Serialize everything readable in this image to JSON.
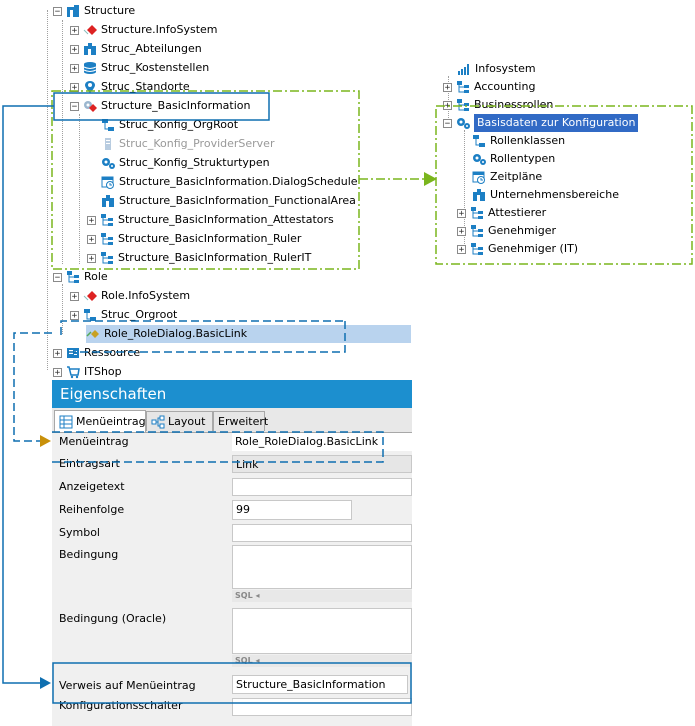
{
  "left_tree": {
    "items": [
      {
        "label": "Structure",
        "kind": "root"
      },
      {
        "label": "Structure.InfoSystem"
      },
      {
        "label": "Struc_Abteilungen"
      },
      {
        "label": "Struc_Kostenstellen"
      },
      {
        "label": "Struc_Standorte"
      },
      {
        "label": "Structure_BasicInformation"
      },
      {
        "label": "Struc_Konfig_OrgRoot"
      },
      {
        "label": "Struc_Konfig_ProviderServer"
      },
      {
        "label": "Struc_Konfig_Strukturtypen"
      },
      {
        "label": "Structure_BasicInformation.DialogSchedule"
      },
      {
        "label": "Structure_BasicInformation_FunctionalArea"
      },
      {
        "label": "Structure_BasicInformation_Attestators"
      },
      {
        "label": "Structure_BasicInformation_Ruler"
      },
      {
        "label": "Structure_BasicInformation_RulerIT"
      },
      {
        "label": "Role"
      },
      {
        "label": "Role.InfoSystem"
      },
      {
        "label": "Struc_Orgroot"
      },
      {
        "label": "Role_RoleDialog.BasicLink"
      },
      {
        "label": "Ressource"
      },
      {
        "label": "ITShop"
      }
    ]
  },
  "right_tree": {
    "items": [
      {
        "label": "Infosystem"
      },
      {
        "label": "Accounting"
      },
      {
        "label": "Businessrollen"
      },
      {
        "label": "Basisdaten zur Konfiguration"
      },
      {
        "label": "Rollenklassen"
      },
      {
        "label": "Rollentypen"
      },
      {
        "label": "Zeitpläne"
      },
      {
        "label": "Unternehmensbereiche"
      },
      {
        "label": "Attestierer"
      },
      {
        "label": "Genehmiger"
      },
      {
        "label": "Genehmiger (IT)"
      }
    ]
  },
  "properties": {
    "title": "Eigenschaften",
    "tabs": [
      {
        "label": "Menüeintrag"
      },
      {
        "label": "Layout"
      },
      {
        "label": "Erweitert"
      }
    ],
    "rows": [
      {
        "label": "Menüeintrag",
        "value": "Role_RoleDialog.BasicLink"
      },
      {
        "label": "Eintragsart",
        "value": "Link"
      },
      {
        "label": "Anzeigetext",
        "value": ""
      },
      {
        "label": "Reihenfolge",
        "value": "99"
      },
      {
        "label": "Symbol",
        "value": ""
      },
      {
        "label": "Bedingung",
        "value": ""
      },
      {
        "label": "Bedingung (Oracle)",
        "value": ""
      },
      {
        "label": "Verweis auf Menüeintrag",
        "value": "Structure_BasicInformation"
      },
      {
        "label": "Konfigurationsschalter",
        "value": ""
      }
    ],
    "sql_label": "SQL"
  },
  "colors": {
    "accent_blue": "#1c8fcf",
    "callout_green": "#7ab51d",
    "callout_blue": "#0f6fb0",
    "selection": "#316ac5"
  }
}
